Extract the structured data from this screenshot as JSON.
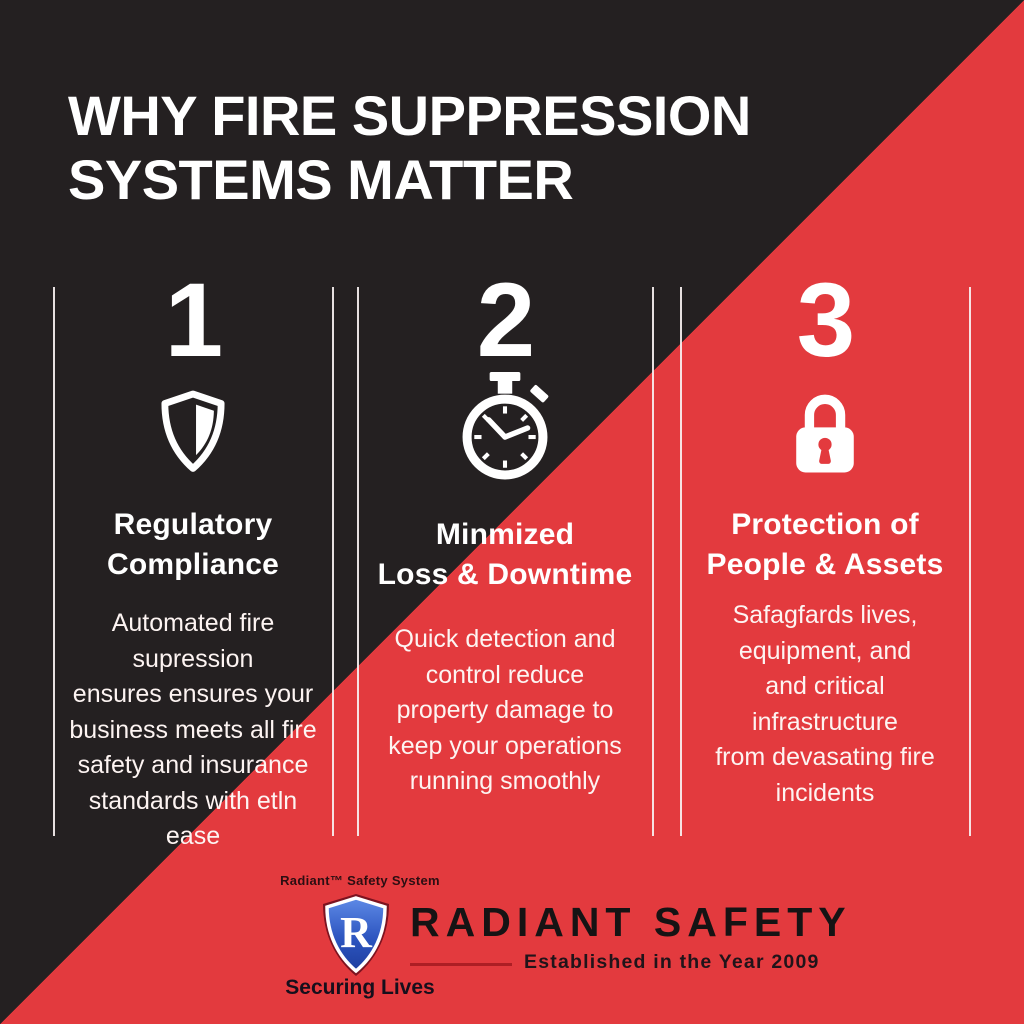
{
  "colors": {
    "dark_background": "#242021",
    "red_background": "#e33a3e",
    "text_white": "#ffffff",
    "body_text_white": "#fdf4f2",
    "divider_line": "#f8f1f1",
    "brand_text_black": "#161314",
    "established_line_red": "#ad1e24",
    "logo_shield_blue_light": "#5e8ae6",
    "logo_shield_blue_dark": "#1e3e9e",
    "logo_shield_border_maroon": "#7c1320"
  },
  "title": {
    "lines": [
      "WHY FIRE SUPPRESSION",
      "SYSTEMS MATTER"
    ]
  },
  "columns": [
    {
      "number": "1",
      "icon": "shield-half-icon",
      "heading_lines": [
        "Regulatory",
        "Compliance"
      ],
      "body_lines": [
        "Automated fire supression",
        "ensures ensures your",
        "business meets all fire",
        "safety and insurance",
        "standards with etln",
        "ease"
      ]
    },
    {
      "number": "2",
      "icon": "stopwatch-icon",
      "heading_lines": [
        "Minmized",
        "Loss & Downtime"
      ],
      "body_lines": [
        "Quick detection and",
        "control reduce",
        "property damage to",
        "keep your operations",
        "running smoothly"
      ]
    },
    {
      "number": "3",
      "icon": "padlock-icon",
      "heading_lines": [
        "Protection of",
        "People & Assets"
      ],
      "body_lines": [
        "Safagfards lives,",
        "equipment, and",
        "and critical",
        "infrastructure",
        "from devasating fire",
        "incidents"
      ]
    }
  ],
  "footer": {
    "logo_top_text": "Radiant™ Safety System",
    "logo_letter": "R",
    "logo_bottom_text": "Securing Lives",
    "brand_name": "RADIANT SAFETY",
    "established_text": "Established in the Year 2009"
  }
}
